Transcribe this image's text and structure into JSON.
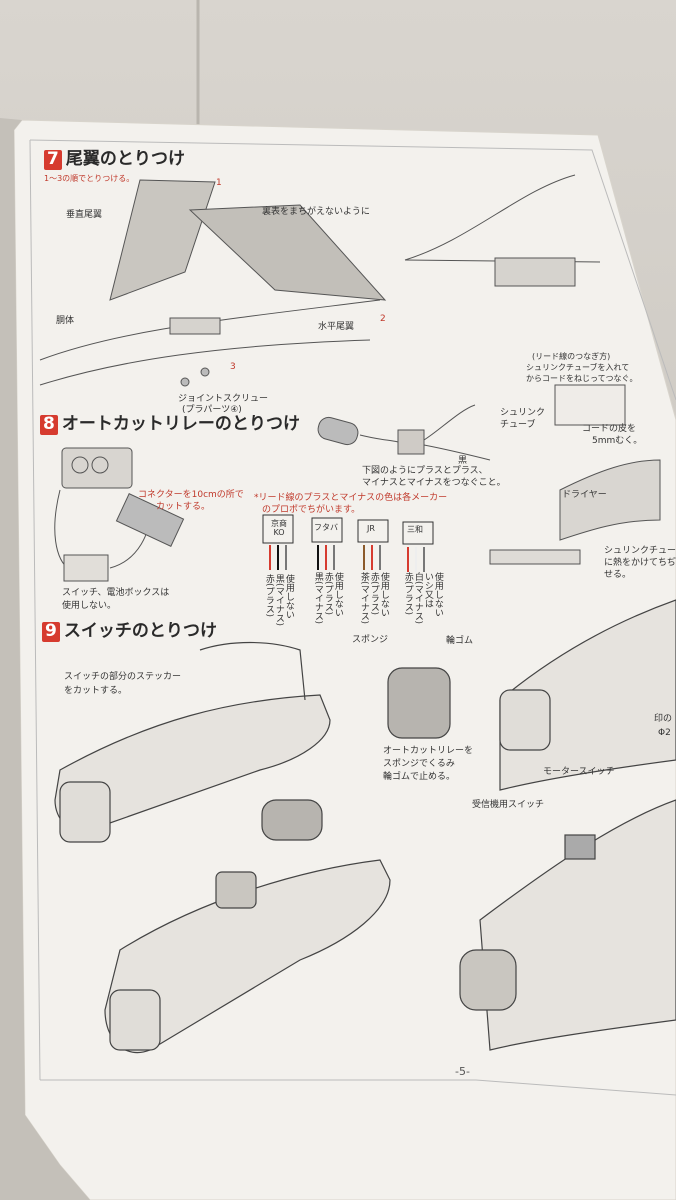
{
  "sections": [
    {
      "number": "7",
      "title": "尾翼のとりつけ",
      "subtitle": "1〜3の順でとりつける。"
    },
    {
      "number": "8",
      "title": "オートカットリレーのとりつけ"
    },
    {
      "number": "9",
      "title": "スイッチのとりつけ"
    }
  ],
  "s7_labels": {
    "vertical_tail": "垂直尾翼",
    "fuselage": "胴体",
    "horizontal_tail": "水平尾翼",
    "note_top": "裏表をまちがえないように",
    "joint_screw": "ジョイントスクリュー",
    "joint_screw_part": "(プラパーツ④)",
    "step1": "1",
    "step2": "2",
    "step3": "3"
  },
  "s8_labels": {
    "connector_note_1": "コネクターを10cmの所で",
    "connector_note_2": "カットする。",
    "battery_note_1": "スイッチ、電池ボックスは",
    "battery_note_2": "使用しない。",
    "wire_note_1": "*リード線のプラスとマイナスの色は各メーカー",
    "wire_note_2": "のプロポでちがいます。",
    "plus_minus_note_1": "下図のようにプラスとプラス、",
    "plus_minus_note_2": "マイナスとマイナスをつなぐこと。",
    "black": "黒",
    "shrink_tube_1": "シュリンク",
    "shrink_tube_2": "チューブ",
    "lead_wire_note_1": "(リード線のつなぎ方)",
    "lead_wire_note_2": "シュリンクチューブを入れて",
    "lead_wire_note_3": "からコードをねじってつなぐ。",
    "cord_skin_1": "コードの皮を",
    "cord_skin_2": "5mmむく。",
    "dryer": "ドライヤー",
    "shrink_heat_1": "シュリンクチューブ",
    "shrink_heat_2": "に熱をかけてちぢ",
    "shrink_heat_3": "せる。"
  },
  "makers": [
    {
      "name": "京商\nKO",
      "cols": [
        "赤(プラス)",
        "黒(マイナス)",
        "使用しない"
      ]
    },
    {
      "name": "フタバ",
      "cols": [
        "黒(マイナス)",
        "赤(プラス)",
        "使用しない"
      ]
    },
    {
      "name": "JR",
      "cols": [
        "茶(マイナス)",
        "赤(プラス)",
        "使用しない"
      ]
    },
    {
      "name": "三和",
      "cols": [
        "赤(プラス)",
        "白(マイナス)",
        "いシ又は",
        "使用しない"
      ]
    }
  ],
  "s9_labels": {
    "sticker_note_1": "スイッチの部分のステッカー",
    "sticker_note_2": "をカットする。",
    "sponge": "スポンジ",
    "rubber": "輪ゴム",
    "relay_note_1": "オートカットリレーを",
    "relay_note_2": "スポンジでくるみ",
    "relay_note_3": "輪ゴムで止める。",
    "motor_switch": "モータースイッチ",
    "receiver_switch": "受信機用スイッチ",
    "mark_note": "印の",
    "mark_note_2": "Φ2"
  },
  "page_number": "-5-",
  "colors": {
    "accent": "#d63b2f",
    "paper": "#f2f0ec",
    "ink": "#3a3a3a"
  }
}
